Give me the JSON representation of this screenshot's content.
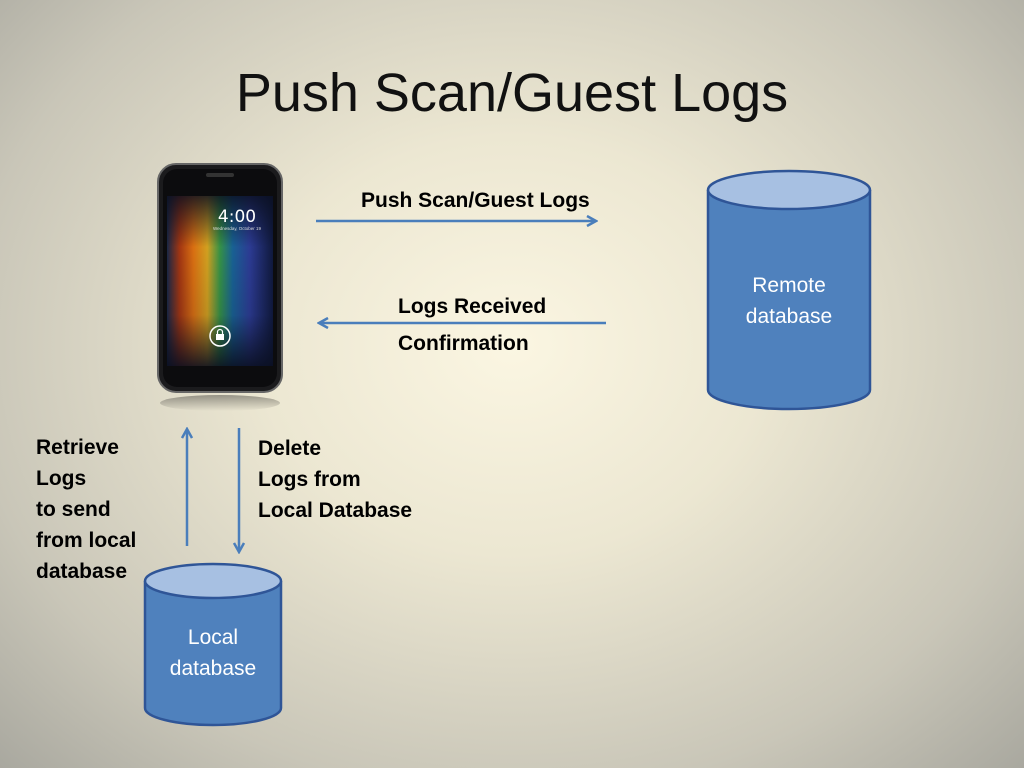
{
  "title": "Push Scan/Guest Logs",
  "phone": {
    "time": "4:00",
    "date": "Wednesday, October 19"
  },
  "arrows": {
    "push": "Push Scan/Guest Logs",
    "received_line1": "Logs Received",
    "received_line2": "Confirmation",
    "retrieve": [
      "Retrieve",
      "Logs",
      "to send",
      "from local",
      "database"
    ],
    "delete": [
      "Delete",
      "Logs from",
      "Local Database"
    ]
  },
  "remote_db": [
    "Remote",
    "database"
  ],
  "local_db": [
    "Local",
    "database"
  ],
  "colors": {
    "cylinder_fill": "#4f81bd",
    "cylinder_stroke": "#2f5597",
    "arrow": "#4a7ebb"
  }
}
